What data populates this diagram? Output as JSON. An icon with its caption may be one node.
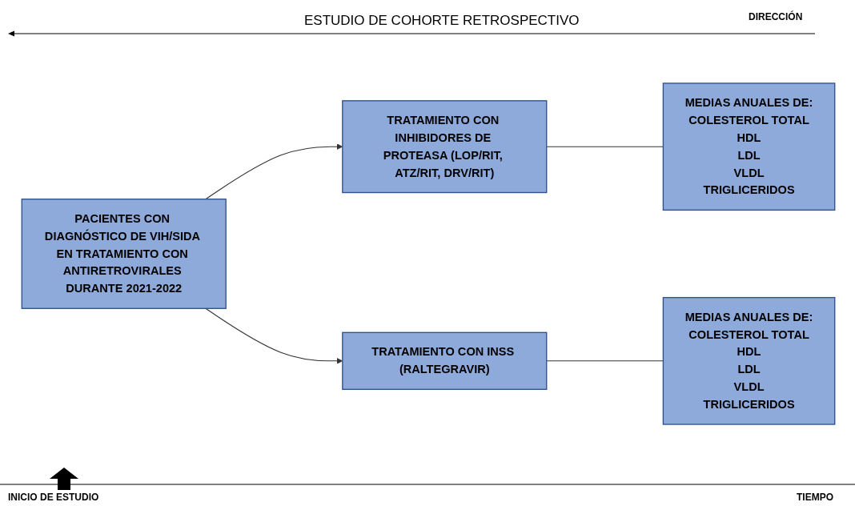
{
  "diagram": {
    "title": "ESTUDIO DE COHORTE RETROSPECTIVO",
    "nodes": [
      {
        "text": [
          "PACIENTES CON DIAGNÓSTICO DE VIH/SIDA EN TRATAMIENTO CON ANTIRETROVIRALES DURANTE 2021-2022"
        ]
      },
      {
        "text": [
          "TRATAMIENTO CON INHIBIDORES DE PROTEASA (LOP/RIT, ATZ/RIT, DRV/RIT)"
        ]
      },
      {
        "text": [
          "MEDIAS ANUALES DE:",
          "COLESTEROL TOTAL",
          "HDL",
          "LDL",
          "VLDL",
          "TRIGLICERIDOS"
        ]
      },
      {
        "text": [
          "TRATAMIENTO CON INSS (RALTEGRAVIR)"
        ]
      },
      {
        "text": [
          "MEDIAS ANUALES DE:",
          "COLESTEROL TOTAL",
          "HDL",
          "LDL",
          "VLDL",
          "TRIGLICERIDOS"
        ]
      }
    ],
    "edges": [
      {
        "from": 0,
        "to": 1,
        "arrow": "to"
      },
      {
        "from": 0,
        "to": 3,
        "arrow": "to"
      },
      {
        "from": 1,
        "to": 2,
        "arrow": "none"
      },
      {
        "from": 3,
        "to": 4,
        "arrow": "none"
      }
    ],
    "labels": [
      "DIRECCIÓN",
      "INICIO DE ESTUDIO",
      "TIEMPO"
    ]
  }
}
